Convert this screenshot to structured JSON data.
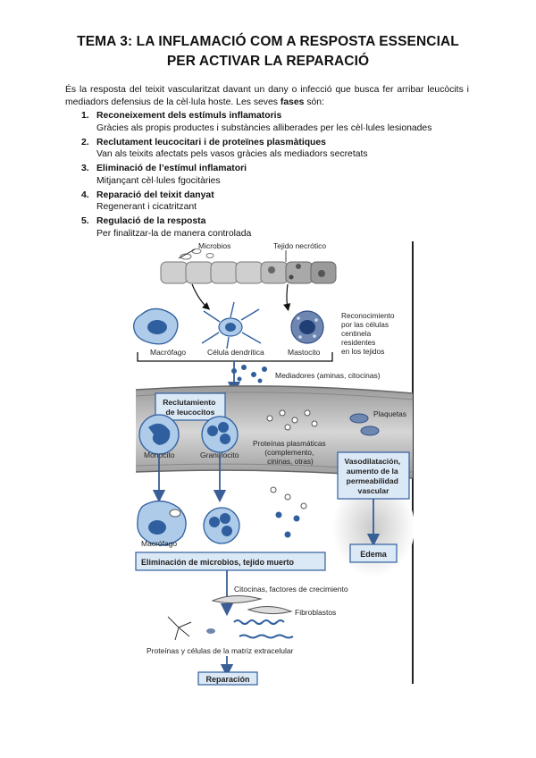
{
  "title_line1": "TEMA 3: LA INFLAMACIÓ COM A RESPOSTA ESSENCIAL",
  "title_line2": "PER ACTIVAR LA REPARACIÓ",
  "intro": {
    "text": "És la resposta del teixit vascularitzat davant un dany o infecció que busca fer arribar leucòcits i mediadors defensius de la cèl·lula hoste. Les seves ",
    "bold": "fases",
    "after": " són:"
  },
  "phases": [
    {
      "num": "1.",
      "title": "Reconeixement dels estímuls inflamatoris",
      "desc": "Gràcies als propis productes i substàncies alliberades per les cèl·lules lesionades"
    },
    {
      "num": "2.",
      "title": "Reclutament leucocitari i de proteïnes plasmàtiques",
      "desc": "Van als teixits afectats pels vasos gràcies als mediadors secretats"
    },
    {
      "num": "3.",
      "title": "Eliminació de l’estímul inflamatori",
      "desc": "Mitjançant cèl·lules fgocitàries"
    },
    {
      "num": "4.",
      "title": "Reparació del teixit danyat",
      "desc": "Regenerant i cicatritzant"
    },
    {
      "num": "5.",
      "title": "Regulació de la resposta",
      "desc": "Per finalitzar-la de manera controlada"
    }
  ],
  "diagram": {
    "microbios": "Microbios",
    "tejido_necrotico": "Tejido necrótico",
    "macrofago": "Macrófago",
    "celula_dendritica": "Célula dendrítica",
    "mastocito": "Mastocito",
    "reconocimiento": [
      "Reconocimiento",
      "por las células",
      "centinela",
      "residentes",
      "en los tejidos"
    ],
    "mediadores": "Mediadores (aminas, citocinas)",
    "reclutamiento": [
      "Reclutamiento",
      "de leucocitos"
    ],
    "plaquetas": "Plaquetas",
    "monocito": "Monocito",
    "granulocito": "Granulocito",
    "proteinas_plasmaticas": [
      "Proteínas plasmáticas",
      "(complemento,",
      "cininas, otras)"
    ],
    "vasodilatacion": [
      "Vasodilatación,",
      "aumento de la",
      "permeabilidad",
      "vascular"
    ],
    "macrofago2": "Macrófago",
    "eliminacion": "Eliminación de microbios, tejido muerto",
    "edema": "Edema",
    "citocinas": "Citocinas, factores de crecimiento",
    "fibroblastos": "Fibroblastos",
    "matriz": "Proteínas y células de la matriz extracelular",
    "reparacion": "Reparación"
  },
  "colors": {
    "cell_blue": "#2f5f9e",
    "light_blue": "#aecbe9",
    "box_blue": "#dbe8f5",
    "vessel_gray": "#8f8f8f",
    "arrow": "#3a5e96"
  }
}
